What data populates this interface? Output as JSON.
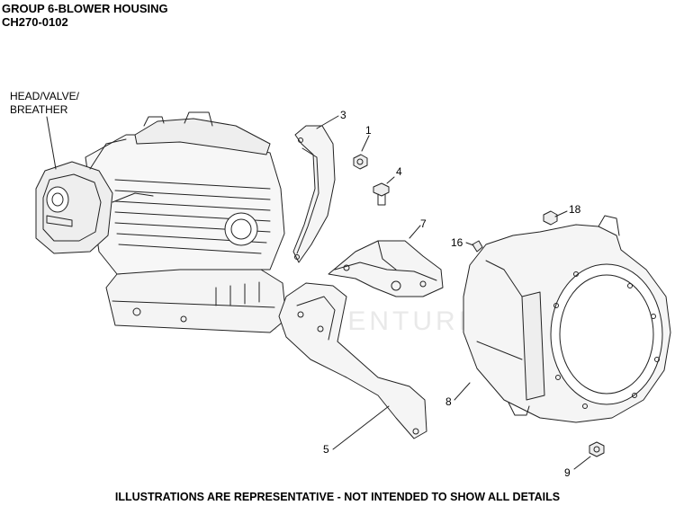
{
  "header": {
    "title": "GROUP 6-BLOWER HOUSING",
    "code": "CH270-0102"
  },
  "watermark_text": "LEADVENTURE",
  "callouts": {
    "head_valve_line1": "HEAD/VALVE/",
    "head_valve_line2": "BREATHER",
    "p1": "1",
    "p3": "3",
    "p4": "4",
    "p5": "5",
    "p7": "7",
    "p8": "8",
    "p9": "9",
    "p16": "16",
    "p18": "18"
  },
  "footer_note": "ILLUSTRATIONS ARE REPRESENTATIVE - NOT INTENDED TO SHOW ALL DETAILS"
}
